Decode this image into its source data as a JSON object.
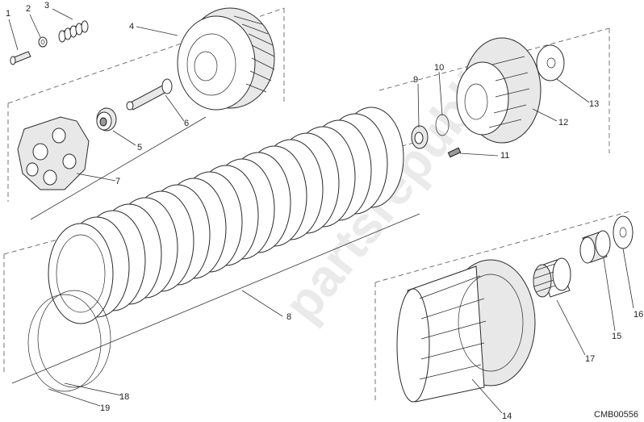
{
  "diagram": {
    "drawing_code": "CMB00556",
    "watermark": "partsrepublik",
    "callouts": [
      {
        "id": "1",
        "label": "1"
      },
      {
        "id": "2",
        "label": "2"
      },
      {
        "id": "3",
        "label": "3"
      },
      {
        "id": "4",
        "label": "4"
      },
      {
        "id": "5",
        "label": "5"
      },
      {
        "id": "6",
        "label": "6"
      },
      {
        "id": "7",
        "label": "7"
      },
      {
        "id": "8",
        "label": "8"
      },
      {
        "id": "9",
        "label": "9"
      },
      {
        "id": "10",
        "label": "10"
      },
      {
        "id": "11",
        "label": "11"
      },
      {
        "id": "12",
        "label": "12"
      },
      {
        "id": "13",
        "label": "13"
      },
      {
        "id": "14",
        "label": "14"
      },
      {
        "id": "15",
        "label": "15"
      },
      {
        "id": "16",
        "label": "16"
      },
      {
        "id": "17",
        "label": "17"
      },
      {
        "id": "18",
        "label": "18"
      },
      {
        "id": "19",
        "label": "19"
      }
    ],
    "line_color": "#2a2a2a",
    "watermark_color": "#d9d9d9"
  }
}
